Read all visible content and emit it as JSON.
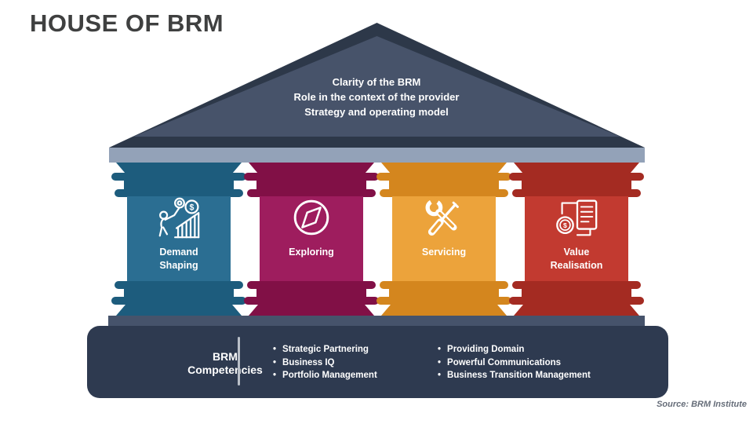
{
  "slide": {
    "title": "HOUSE OF BRM",
    "source": "Source: BRM Institute"
  },
  "roof": {
    "lines": [
      "Clarity of the BRM",
      "Role in the context of the provider",
      "Strategy and operating model"
    ]
  },
  "pillars": [
    {
      "label": "Demand Shaping",
      "icon": "growth-chart-icon",
      "color": "#2B6E92",
      "color_dark": "#1D5C7D"
    },
    {
      "label": "Exploring",
      "icon": "compass-icon",
      "color": "#9E1D5E",
      "color_dark": "#811046"
    },
    {
      "label": "Servicing",
      "icon": "tools-icon",
      "color": "#ECA33B",
      "color_dark": "#D4861E"
    },
    {
      "label": "Value Realisation",
      "icon": "money-document-icon",
      "color": "#C23A30",
      "color_dark": "#A42B22"
    }
  ],
  "base": {
    "heading": "BRM Competencies",
    "list1": [
      "Strategic Partnering",
      "Business IQ",
      "Portfolio Management"
    ],
    "list2": [
      "Providing Domain",
      "Powerful Communications",
      "Business Transition Management"
    ]
  },
  "colors": {
    "roof_fill": "#47536A",
    "roof_edge": "#2D3849",
    "entablature": "#93A2B8",
    "stylobate": "#46536B",
    "base_panel": "#2E3A50",
    "title_text": "#3F4040",
    "source_text": "#666D79"
  }
}
